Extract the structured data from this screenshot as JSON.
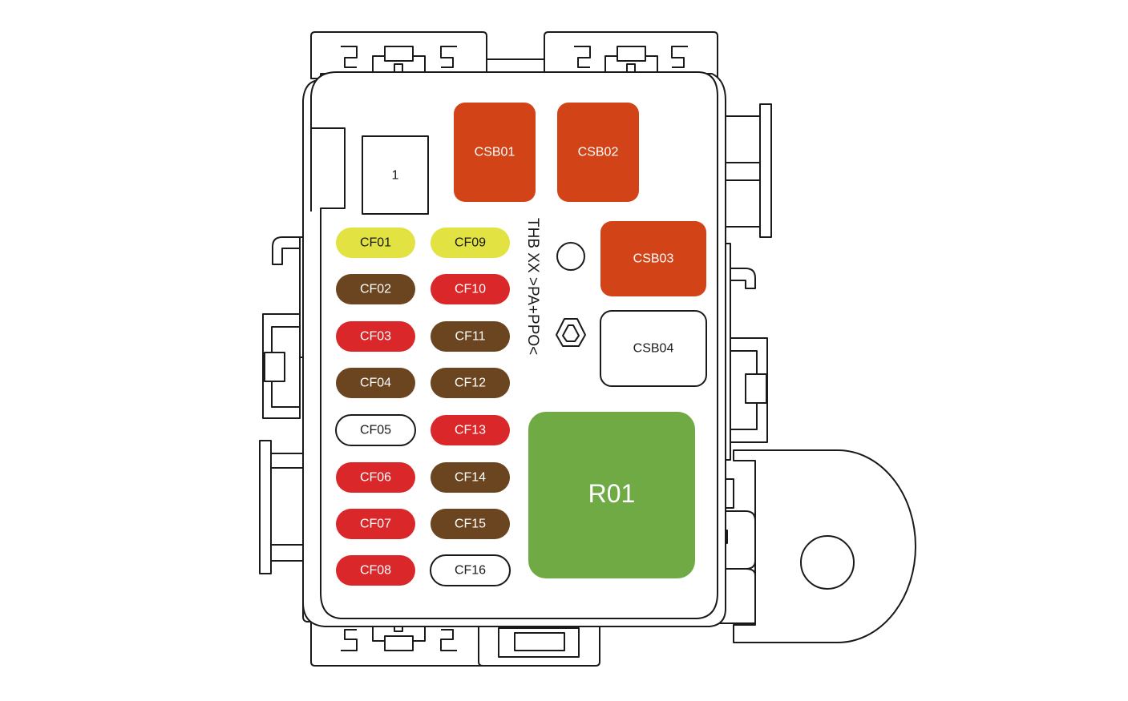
{
  "colors": {
    "yellow": "#e2e243",
    "brown": "#6b4420",
    "red": "#d9272a",
    "orange": "#d24417",
    "green": "#6faa45",
    "white": "#ffffff",
    "outline": "#1a1a1a"
  },
  "relay_socket": {
    "label": "1"
  },
  "housing_text": "THB XX >PA+PPO<",
  "symbols": [
    "recycle-icon",
    "mounting-hole-icon"
  ],
  "fuses": [
    {
      "id": "cf01",
      "label": "CF01",
      "color": "yellow"
    },
    {
      "id": "cf02",
      "label": "CF02",
      "color": "brown"
    },
    {
      "id": "cf03",
      "label": "CF03",
      "color": "red"
    },
    {
      "id": "cf04",
      "label": "CF04",
      "color": "brown"
    },
    {
      "id": "cf05",
      "label": "CF05",
      "color": "white"
    },
    {
      "id": "cf06",
      "label": "CF06",
      "color": "red"
    },
    {
      "id": "cf07",
      "label": "CF07",
      "color": "red"
    },
    {
      "id": "cf08",
      "label": "CF08",
      "color": "red"
    },
    {
      "id": "cf09",
      "label": "CF09",
      "color": "yellow"
    },
    {
      "id": "cf10",
      "label": "CF10",
      "color": "red"
    },
    {
      "id": "cf11",
      "label": "CF11",
      "color": "brown"
    },
    {
      "id": "cf12",
      "label": "CF12",
      "color": "brown"
    },
    {
      "id": "cf13",
      "label": "CF13",
      "color": "red"
    },
    {
      "id": "cf14",
      "label": "CF14",
      "color": "brown"
    },
    {
      "id": "cf15",
      "label": "CF15",
      "color": "brown"
    },
    {
      "id": "cf16",
      "label": "CF16",
      "color": "white"
    }
  ],
  "blocks": [
    {
      "id": "csb01",
      "label": "CSB01",
      "color": "orange"
    },
    {
      "id": "csb02",
      "label": "CSB02",
      "color": "orange"
    },
    {
      "id": "csb03",
      "label": "CSB03",
      "color": "orange"
    },
    {
      "id": "csb04",
      "label": "CSB04",
      "color": "white"
    }
  ],
  "relay": {
    "id": "r01",
    "label": "R01",
    "color": "green"
  }
}
